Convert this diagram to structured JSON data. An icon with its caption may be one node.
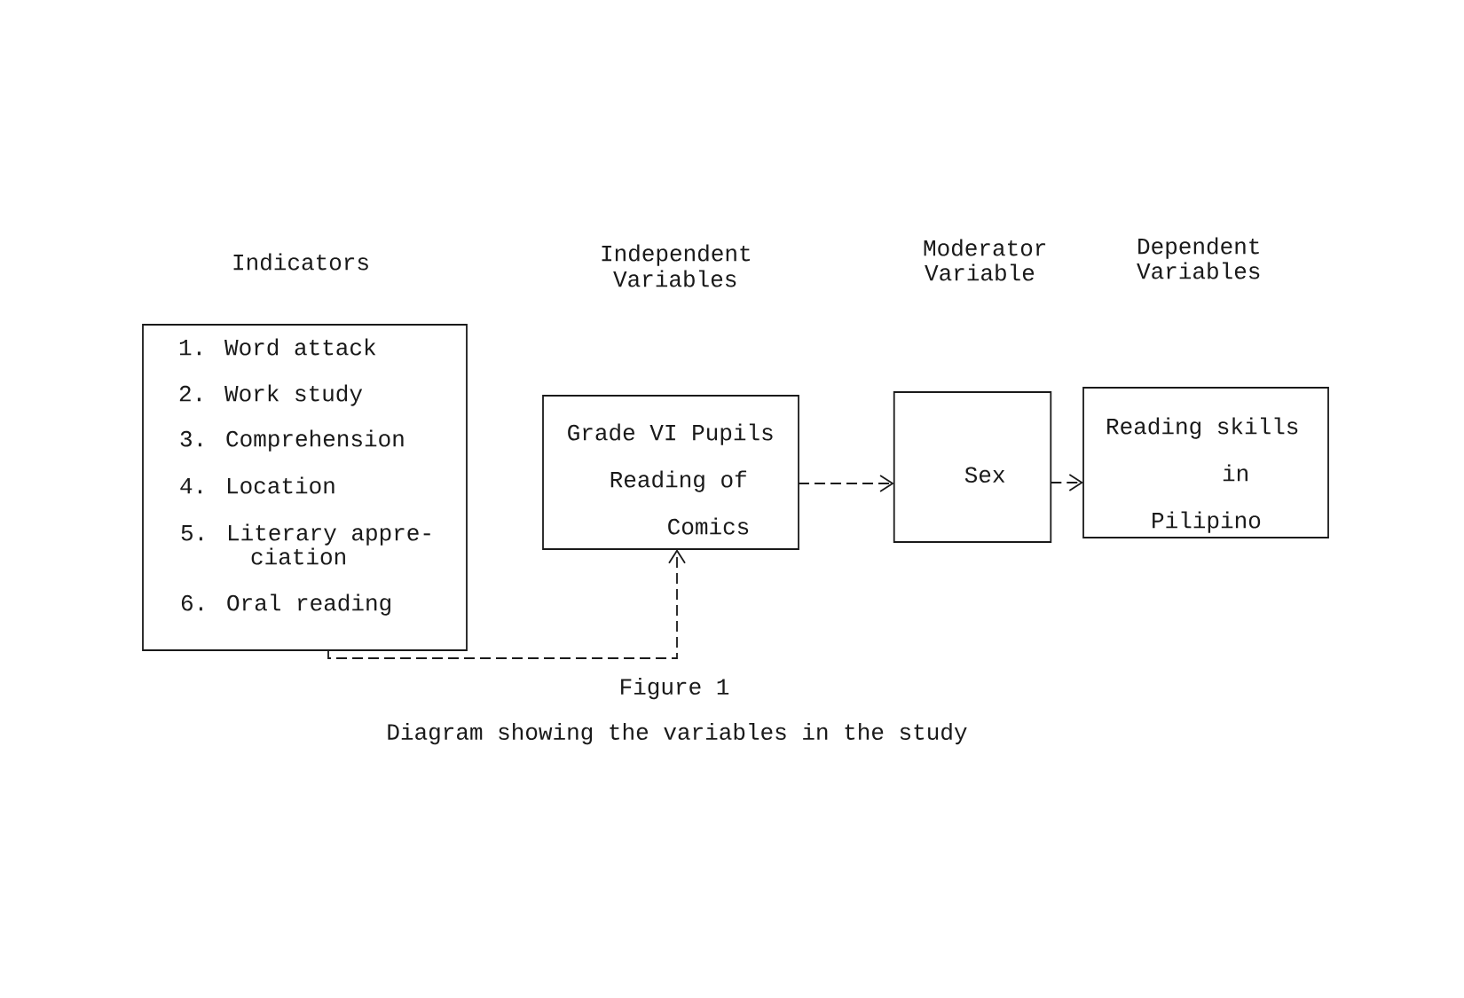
{
  "diagram": {
    "caption": "Diagram showing the variables in the study",
    "nodes": [
      {
        "text": [
          "Indicators",
          "1. Word attack",
          "2. Work study",
          "3. Comprehension",
          "4. Location",
          "5. Literary appre- ciation",
          "6. Oral reading"
        ]
      },
      {
        "text": [
          "Independent Variables",
          "Grade VI Pupils Reading of Comics"
        ]
      },
      {
        "text": [
          "Moderator Variable",
          "Sex"
        ]
      },
      {
        "text": [
          "Dependent Variables",
          "Reading skills in Pilipino"
        ]
      }
    ],
    "edges": [
      {
        "from": 0,
        "to": 1,
        "arrow": "to",
        "style": "dashed"
      },
      {
        "from": 1,
        "to": 2,
        "arrow": "to",
        "style": "dashed"
      },
      {
        "from": 2,
        "to": 3,
        "arrow": "to",
        "style": "dashed"
      }
    ],
    "labels": [
      "Figure 1"
    ]
  }
}
